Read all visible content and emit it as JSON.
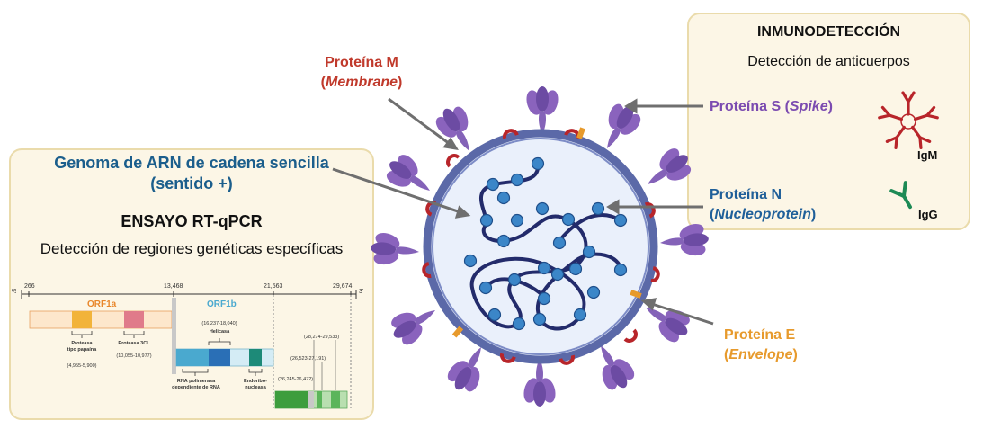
{
  "left_panel": {
    "genome_title_1": "Genoma de ARN de cadena sencilla",
    "genome_title_2": "(sentido +)",
    "assay_title": "ENSAYO RT-qPCR",
    "assay_subtitle": "Detección de regiones genéticas específicas",
    "genome_map": {
      "end5": "5'",
      "end3": "3'",
      "ticks": [
        "266",
        "13,468",
        "21,563",
        "29,674"
      ],
      "orf1a": "ORF1a",
      "orf1b": "ORF1b",
      "protease_papain_1": "Proteasa",
      "protease_papain_2": "tipo papaína",
      "protease_papain_range": "(4,955-5,900)",
      "protease_3cl": "Proteasa 3CL",
      "protease_3cl_range": "(10,055-10,977)",
      "helicase_range": "(16,237-18,040)",
      "helicase": "Helicasa",
      "rdrp_1": "RNA polimerasa",
      "rdrp_2": "dependiente de RNA",
      "endo_1": "Endoribo-",
      "endo_2": "nucleasa",
      "range_n": "(28,274-29,533)",
      "range_m": "(26,523-27,191)",
      "range_e": "(26,245-26,472)"
    }
  },
  "right_panel": {
    "title": "INMUNODETECCIÓN",
    "subtitle": "Detección de anticuerpos",
    "igm": "IgM",
    "igg": "IgG"
  },
  "labels": {
    "m_line1": "Proteína M",
    "m_open": "(",
    "m_italic": "Membrane",
    "m_close": ")",
    "s_text": "Proteína S (",
    "s_italic": "Spike",
    "s_close": ")",
    "n_line1": "Proteína N",
    "n_open": "(",
    "n_italic": "Nucleoprotein",
    "n_close": ")",
    "e_line1": "Proteína E",
    "e_open": "(",
    "e_italic": "Envelope",
    "e_close": ")"
  },
  "colors": {
    "protein_m": "#c0392b",
    "protein_s": "#7b4bb0",
    "protein_n": "#1f5f99",
    "protein_e": "#e79a2c",
    "genome_title": "#1b5e8c",
    "orf1a": "#e8862a",
    "orf1b": "#4aa9cf"
  }
}
